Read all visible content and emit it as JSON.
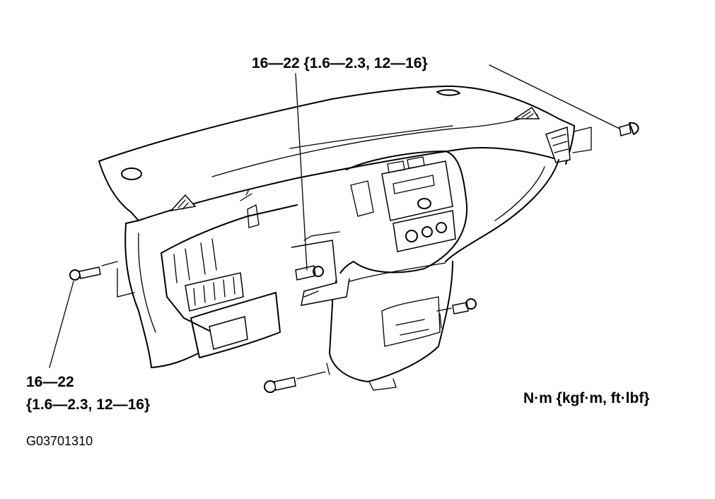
{
  "labels": {
    "torque_top": "16—22 {1.6—2.3, 12—16}",
    "torque_left_line1": "16—22",
    "torque_left_line2": "{1.6—2.3, 12—16}",
    "units": "N·m {kgf·m, ft·lbf}",
    "figure_code": "G03701310"
  },
  "colors": {
    "ink": "#000000",
    "paper": "#ffffff"
  }
}
